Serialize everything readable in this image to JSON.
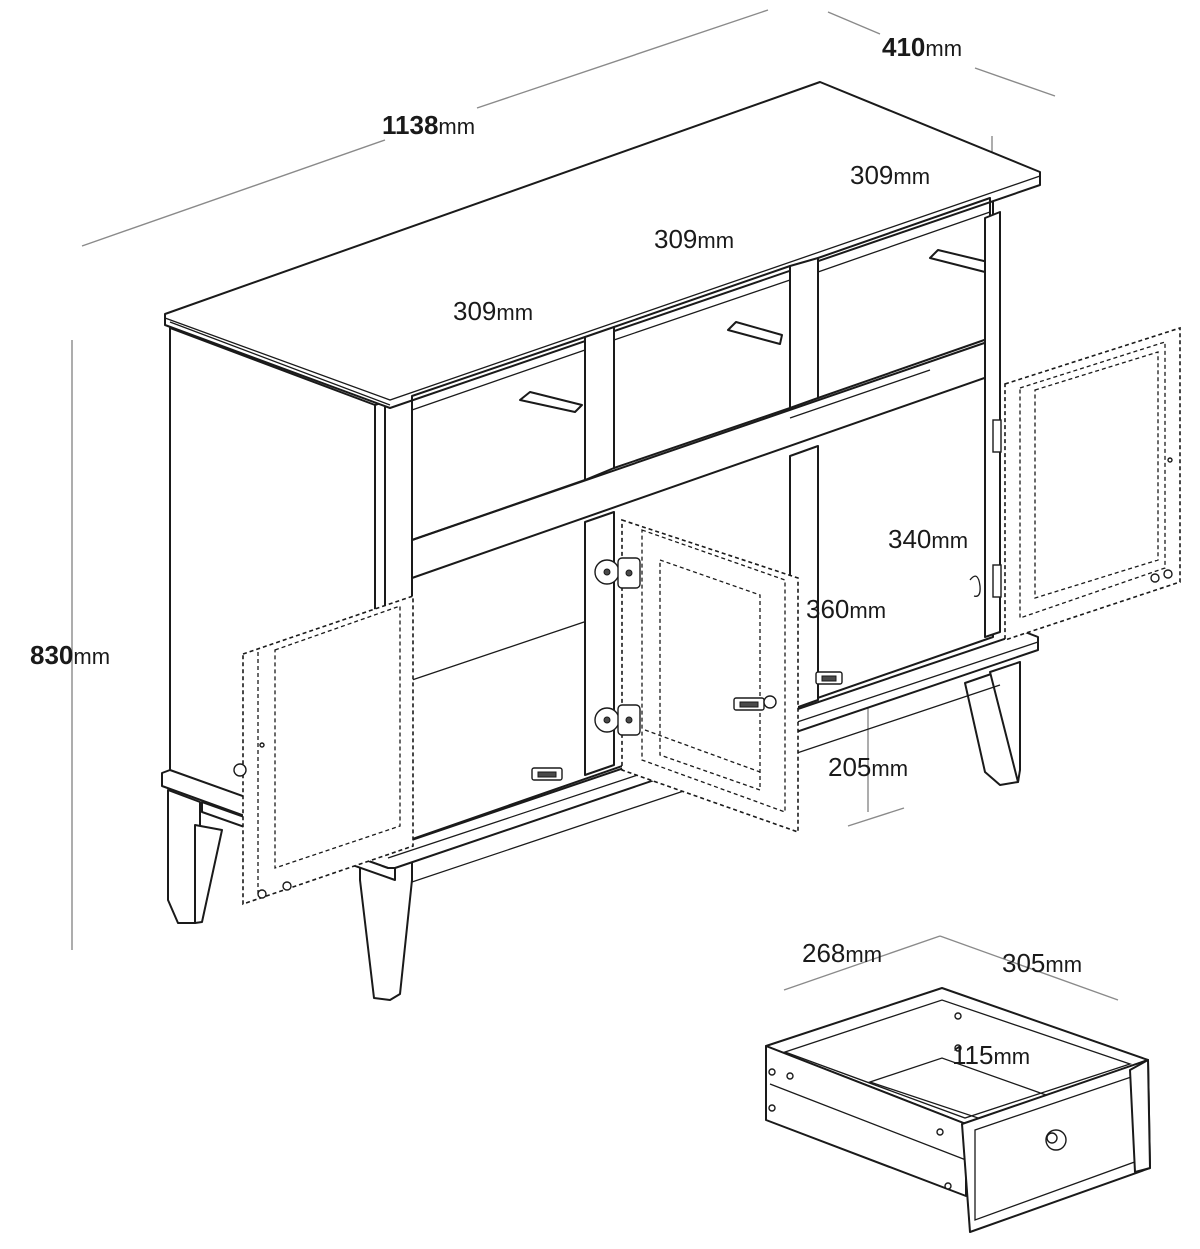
{
  "unit": "mm",
  "dimensions": {
    "width": {
      "value": "1138",
      "unit": "mm"
    },
    "depth": {
      "value": "410",
      "unit": "mm"
    },
    "height": {
      "value": "830",
      "unit": "mm"
    },
    "drawer_opening_left": {
      "value": "309",
      "unit": "mm"
    },
    "drawer_opening_middle": {
      "value": "309",
      "unit": "mm"
    },
    "drawer_opening_right": {
      "value": "309",
      "unit": "mm"
    },
    "cabinet_height": {
      "value": "340",
      "unit": "mm"
    },
    "cabinet_depth": {
      "value": "360",
      "unit": "mm"
    },
    "leg_height": {
      "value": "205",
      "unit": "mm"
    },
    "drawer_width": {
      "value": "268",
      "unit": "mm"
    },
    "drawer_depth": {
      "value": "305",
      "unit": "mm"
    },
    "drawer_height": {
      "value": "115",
      "unit": "mm"
    }
  },
  "colors": {
    "line": "#1a1a1a",
    "dimension_line": "#8a8a8a",
    "background": "#ffffff"
  }
}
